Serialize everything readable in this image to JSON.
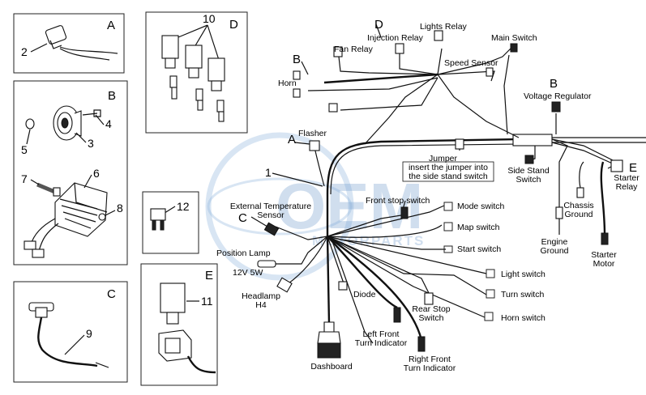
{
  "watermark": {
    "brand": "OEM",
    "sub": "MOTORPARTS"
  },
  "inset_letters": {
    "A": "A",
    "B": "B",
    "C": "C",
    "D": "D",
    "E": "E"
  },
  "part_numbers": {
    "n1": "1",
    "n2": "2",
    "n3": "3",
    "n4": "4",
    "n5": "5",
    "n6": "6",
    "n7": "7",
    "n8": "8",
    "n9": "9",
    "n10": "10",
    "n11": "11",
    "n12": "12"
  },
  "labels": {
    "flasher": "Flasher",
    "fan_relay": "Fan Relay",
    "injection_relay": "Injection Relay",
    "lights_relay": "Lights Relay",
    "main_switch": "Main Switch",
    "speed_sensor": "Speed Sensor",
    "horn": "Horn",
    "voltage_regulator": "Voltage Regulator",
    "jumper": "Jumper",
    "jumper_note_1": "insert the jumper into",
    "jumper_note_2": "the side stand switch",
    "side_stand_1": "Side Stand",
    "side_stand_2": "Switch",
    "starter_relay_1": "Starter",
    "starter_relay_2": "Relay",
    "chassis_ground_1": "Chassis",
    "chassis_ground_2": "Ground",
    "engine_ground_1": "Engine",
    "engine_ground_2": "Ground",
    "starter_motor_1": "Starter",
    "starter_motor_2": "Motor",
    "front_stop_switch": "Front stop switch",
    "mode_switch": "Mode switch",
    "map_switch": "Map switch",
    "start_switch": "Start switch",
    "light_switch": "Light switch",
    "turn_switch": "Turn switch",
    "horn_switch": "Horn switch",
    "ext_temp_1": "External Temperature",
    "ext_temp_2": "Sensor",
    "position_lamp": "Position Lamp",
    "position_lamp_spec": "12V 5W",
    "headlamp_1": "Headlamp",
    "headlamp_2": "H4",
    "diode": "Diode",
    "rear_stop_1": "Rear Stop",
    "rear_stop_2": "Switch",
    "left_front_1": "Left Front",
    "left_front_2": "Turn Indicator",
    "right_front_1": "Right Front",
    "right_front_2": "Turn Indicator",
    "dashboard": "Dashboard"
  }
}
